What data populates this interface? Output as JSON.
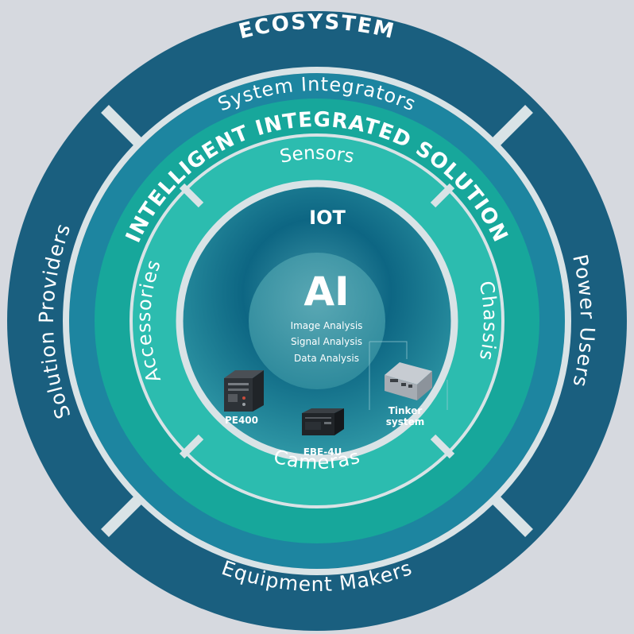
{
  "ecosystem": {
    "title": "ECOSYSTEM",
    "top": "System Integrators",
    "left": "Solution Providers",
    "right": "Power Users",
    "bottom": "Equipment Makers"
  },
  "solution": {
    "title": "INTELLIGENT INTEGRATED SOLUTION",
    "top": "Sensors",
    "left": "Accessories",
    "right": "Chassis",
    "bottom": "Cameras"
  },
  "iot": {
    "title": "IOT"
  },
  "ai": {
    "title": "AI",
    "items": [
      "Image Analysis",
      "Signal Analysis",
      "Data Analysis"
    ]
  },
  "products": [
    {
      "name": "PE400",
      "icon": "pe400-device-icon"
    },
    {
      "name": "EBE-4U",
      "icon": "ebe-4u-rackmount-icon"
    },
    {
      "name": "Tinker",
      "name_line2": "system",
      "icon": "tinker-system-icon"
    }
  ],
  "colors": {
    "background": "#d6d9df",
    "ecosystem_ring": "#1a5f7f",
    "partner_ring": "#1d85a0",
    "solution_ring": "#17a79b",
    "component_ring": "#2cbcaf",
    "iot_core": "#0b5e79",
    "ai_core": "#3d95a5",
    "divider": "#d9e3e6"
  }
}
